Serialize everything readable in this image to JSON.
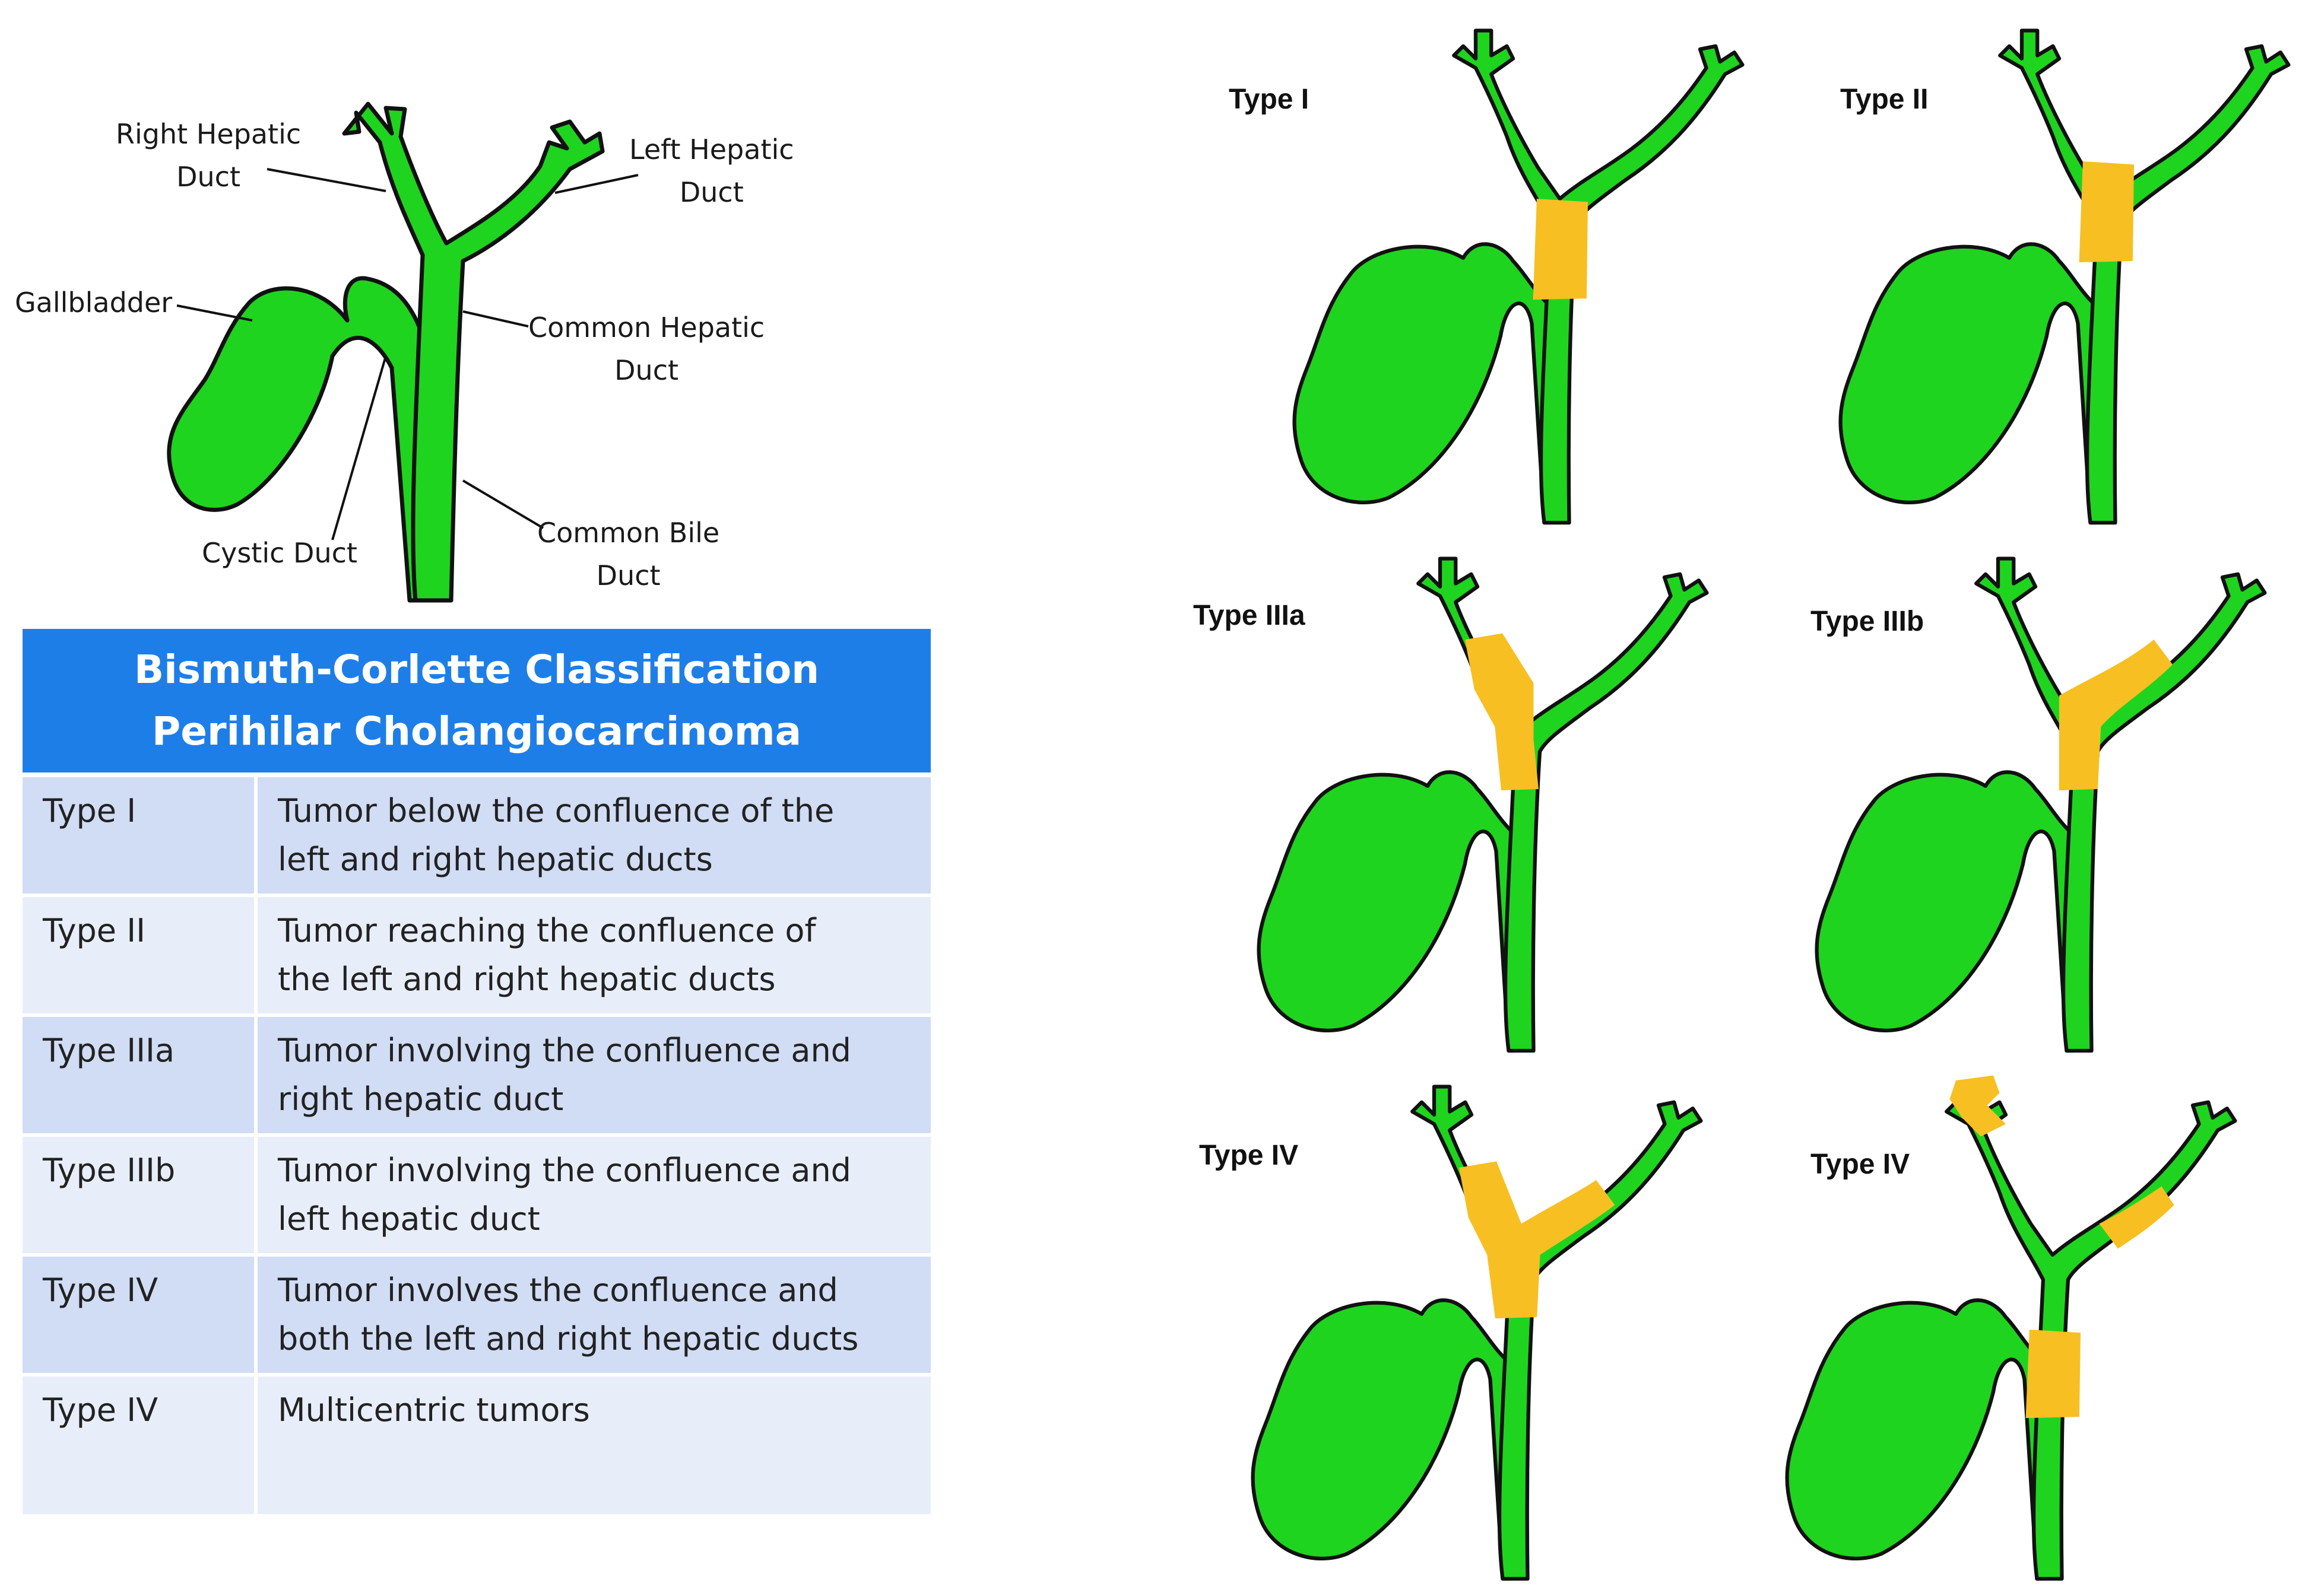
{
  "anatomy": {
    "labels": {
      "right_hepatic": [
        "Right Hepatic",
        "Duct"
      ],
      "left_hepatic": [
        "Left Hepatic",
        "Duct"
      ],
      "gallbladder": "Gallbladder",
      "common_hepatic": [
        "Common Hepatic",
        "Duct"
      ],
      "cystic": "Cystic Duct",
      "common_bile": [
        "Common Bile",
        "Duct"
      ]
    }
  },
  "table": {
    "title_line1": "Bismuth-Corlette Classification",
    "title_line2": "Perihilar Cholangiocarcinoma",
    "rows": [
      {
        "type": "Type I",
        "desc": [
          "Tumor below the confluence of the",
          "left and right hepatic ducts"
        ]
      },
      {
        "type": "Type II",
        "desc": [
          "Tumor reaching the confluence of",
          "the left and right hepatic ducts"
        ]
      },
      {
        "type": "Type IIIa",
        "desc": [
          "Tumor involving the confluence and",
          "right hepatic duct"
        ]
      },
      {
        "type": "Type IIIb",
        "desc": [
          "Tumor involving the confluence and",
          "left hepatic duct"
        ]
      },
      {
        "type": "Type IV",
        "desc": [
          "Tumor involves the confluence and",
          "both the left and right hepatic ducts"
        ]
      },
      {
        "type": "Type IV",
        "desc": [
          "Multicentric tumors",
          ""
        ]
      }
    ]
  },
  "panels": [
    {
      "label": "Type I",
      "tumor": "below"
    },
    {
      "label": "Type II",
      "tumor": "confluence"
    },
    {
      "label": "Type IIIa",
      "tumor": "right"
    },
    {
      "label": "Type IIIb",
      "tumor": "left"
    },
    {
      "label": "Type IV",
      "tumor": "both"
    },
    {
      "label": "Type IV",
      "tumor": "multicentric"
    }
  ],
  "colors": {
    "duct": "#1fd41f",
    "tumor": "#f7bf22",
    "outline": "#111111",
    "header": "#1e7ee8",
    "row_dark": "#d1dcf5",
    "row_light": "#e8eef9"
  }
}
